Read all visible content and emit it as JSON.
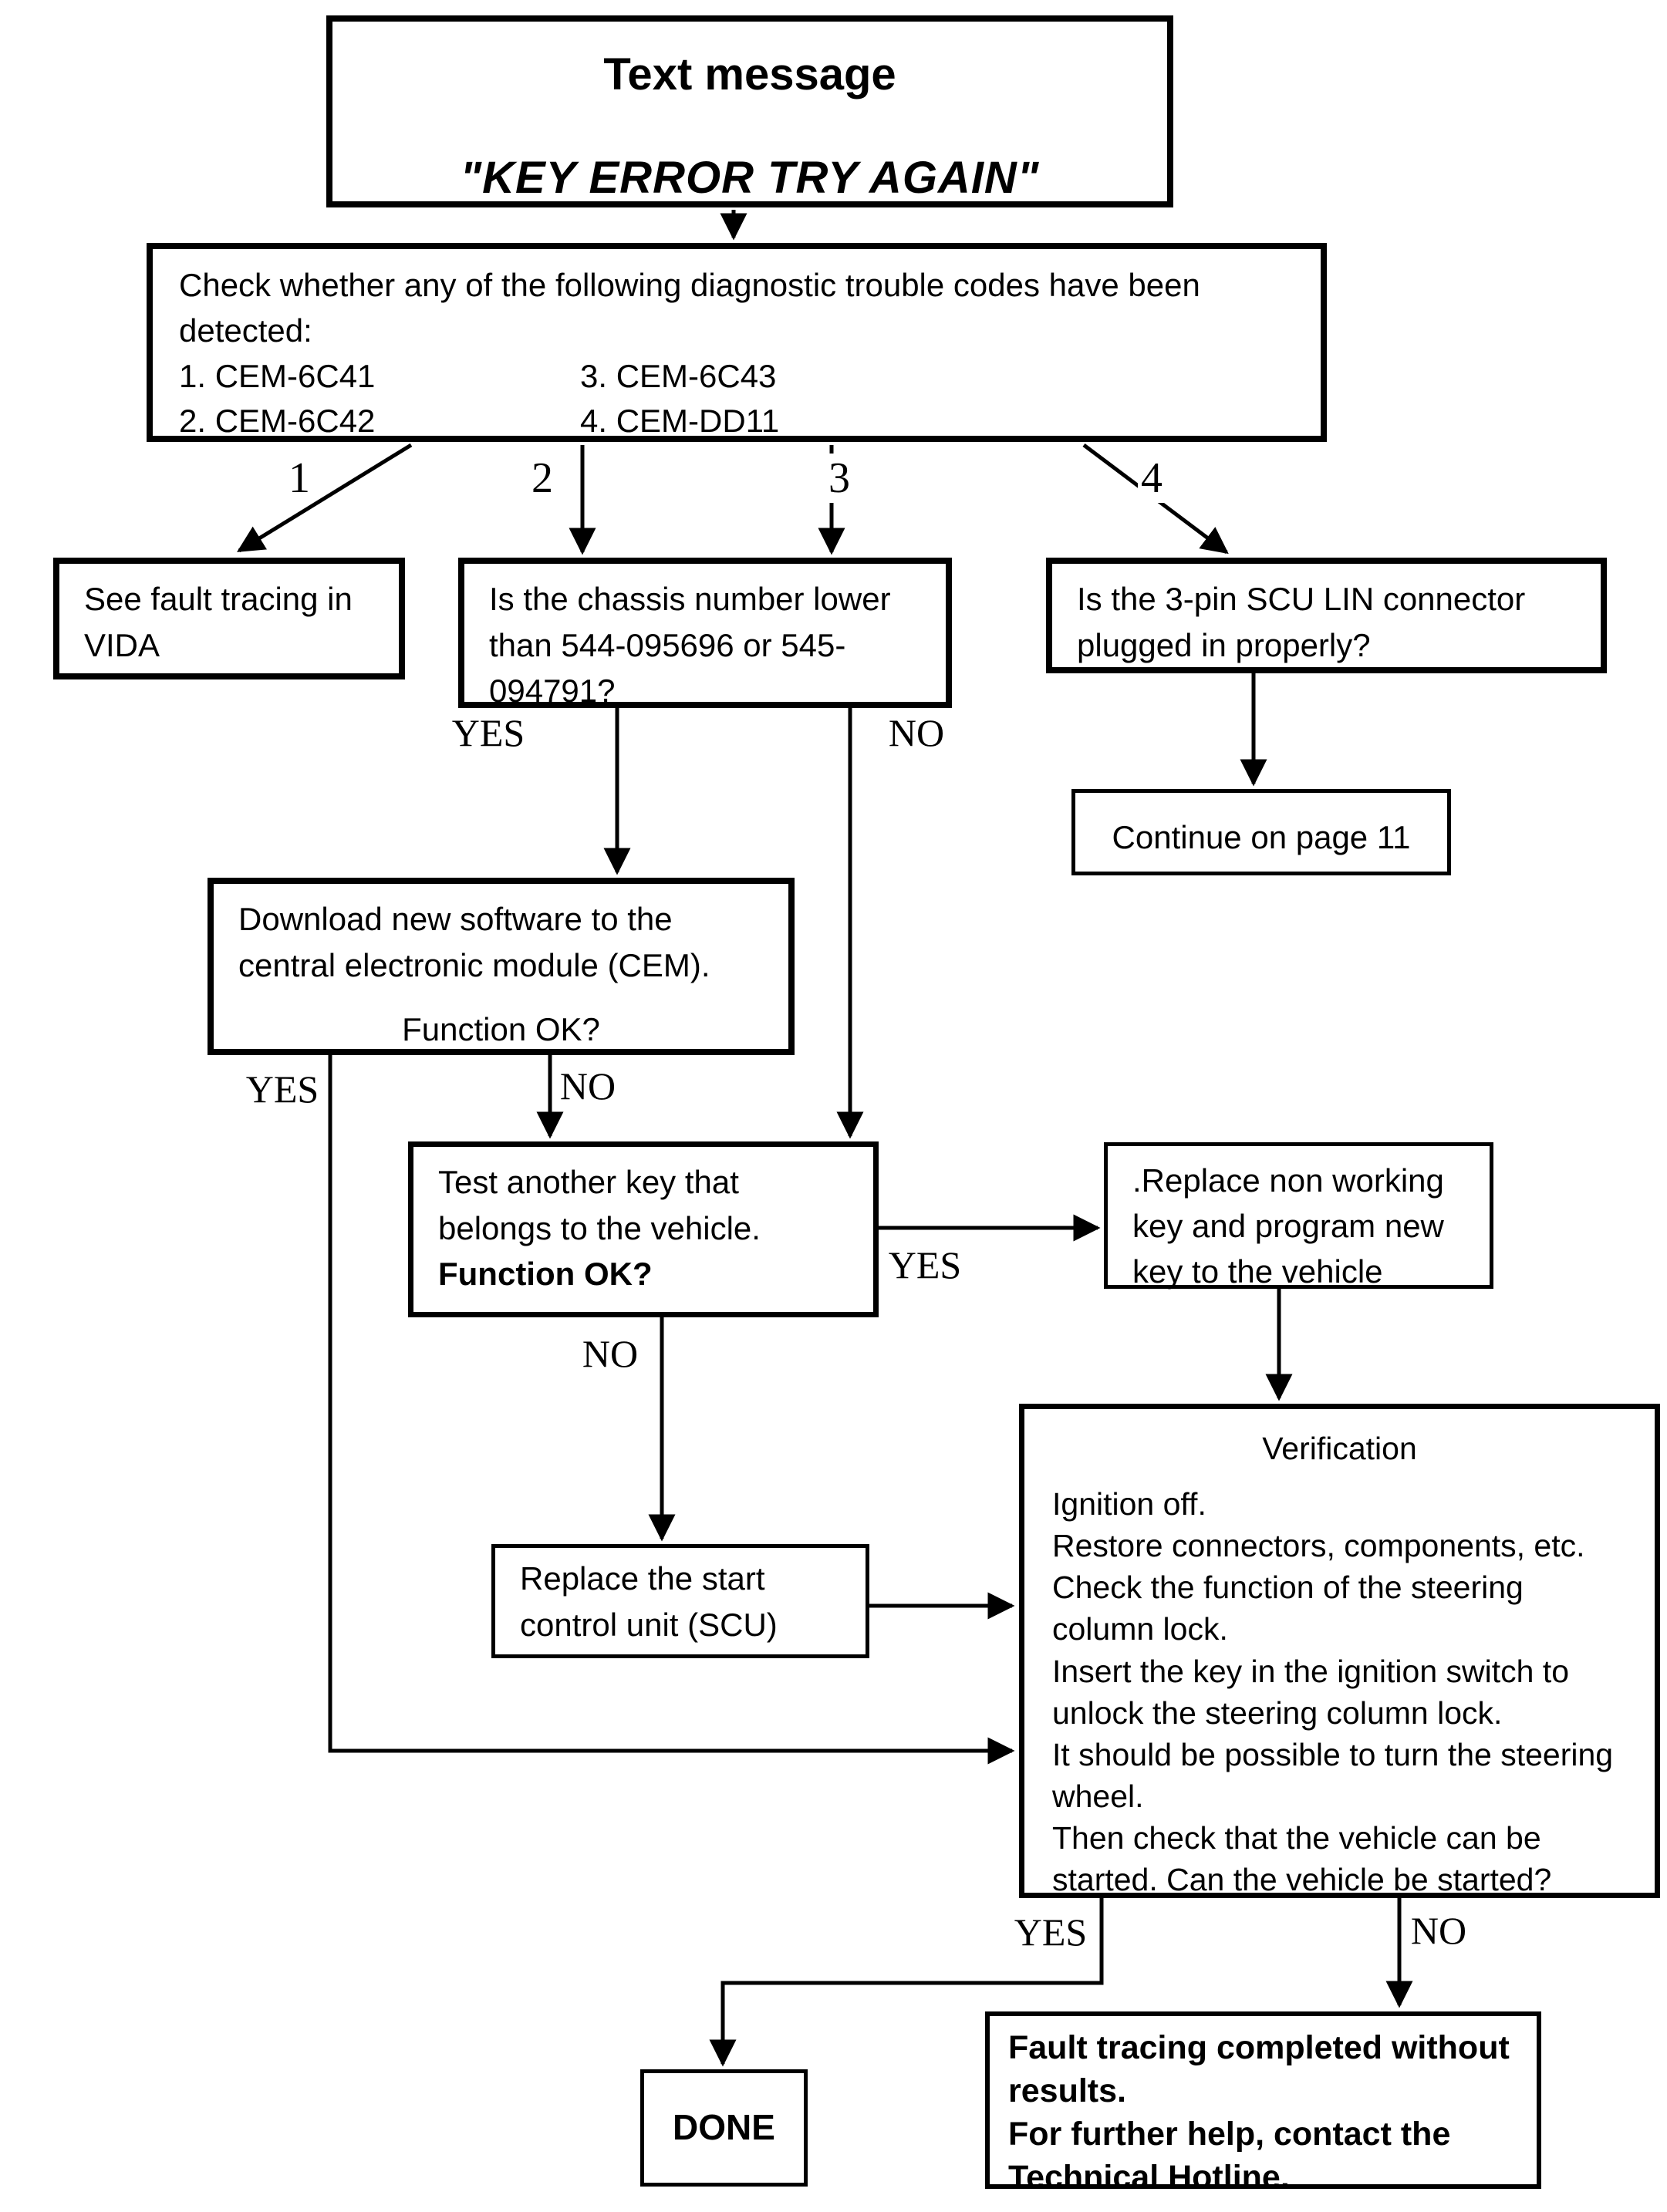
{
  "page": {
    "background": "#ffffff",
    "ink": "#000000"
  },
  "flowchart": {
    "title_box": {
      "heading": "Text message",
      "message": "\"KEY ERROR TRY AGAIN\""
    },
    "dtc_box": {
      "intro": "Check whether any of the following diagnostic trouble codes have been detected:",
      "codes_col1": [
        "1. CEM-6C41",
        "2. CEM-6C42"
      ],
      "codes_col2": [
        "3. CEM-6C43",
        "4. CEM-DD11"
      ]
    },
    "nodes": {
      "vida": "See fault tracing in VIDA",
      "chassis": "Is the chassis number lower than 544-095696 or 545-094791?",
      "scu_lin": "Is the 3-pin SCU LIN connector plugged in properly?",
      "continue_page": "Continue on page 11",
      "download": {
        "body": "Download new software to the central electronic module (CEM).",
        "question": "Function OK?"
      },
      "test_key": {
        "body": "Test another key that belongs to the vehicle.",
        "question": "Function OK?"
      },
      "replace_key": ".Replace non working key and program new key to the vehicle",
      "replace_scu": "Replace the start control unit (SCU)",
      "verification": {
        "title": "Verification",
        "steps": [
          "Ignition off.",
          "Restore connectors, components, etc.",
          "Check the function of the steering column lock.",
          "Insert the key in the ignition switch to unlock the steering column lock.",
          "It should be possible to turn the steering wheel.",
          "Then check that the vehicle can be started. Can the vehicle be started?"
        ]
      },
      "done": "DONE",
      "no_result": [
        "Fault tracing completed without results.",
        "For further help, contact the Technical Hotline."
      ]
    },
    "branch_labels": {
      "b1": "1",
      "b2": "2",
      "b3": "3",
      "b4": "4",
      "yes": "YES",
      "no": "NO"
    }
  }
}
